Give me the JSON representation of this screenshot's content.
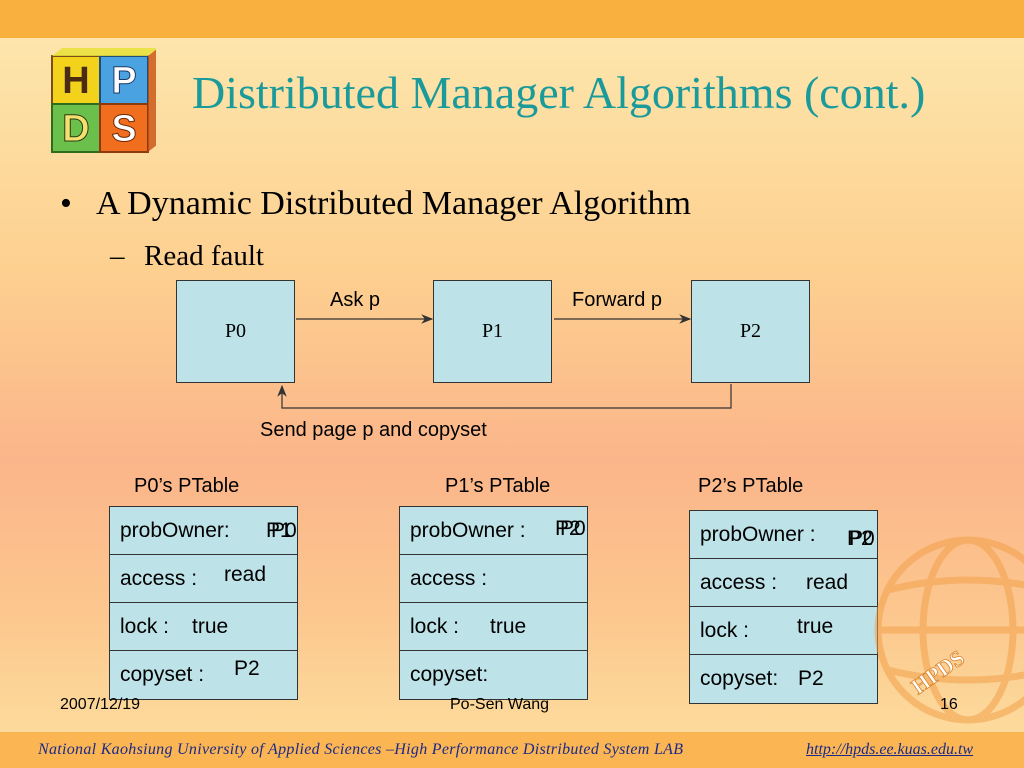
{
  "slide": {
    "logo_letters": [
      "H",
      "P",
      "D",
      "S"
    ],
    "title": "Distributed Manager Algorithms (cont.)",
    "bullet": "A Dynamic Distributed Manager Algorithm",
    "bullet_marker": "•",
    "sub_bullet": "Read fault",
    "sub_marker": "–"
  },
  "diagram": {
    "processes": [
      "P0",
      "P1",
      "P2"
    ],
    "arrow_ask": "Ask p",
    "arrow_forward": "Forward p",
    "arrow_send": "Send page p and copyset"
  },
  "tables": [
    {
      "title": "P0’s PTable",
      "rows": [
        {
          "label": "probOwner:",
          "value": "P1",
          "overlay": "P0"
        },
        {
          "label": "access :",
          "value": "read"
        },
        {
          "label": "lock :",
          "value": "true"
        },
        {
          "label": "copyset :",
          "value": "P2"
        }
      ]
    },
    {
      "title": "P1’s PTable",
      "rows": [
        {
          "label": "probOwner :",
          "value": "P2",
          "overlay": "P0"
        },
        {
          "label": "access :",
          "value": ""
        },
        {
          "label": "lock :",
          "value": "true"
        },
        {
          "label": "copyset:",
          "value": ""
        }
      ]
    },
    {
      "title": "P2’s PTable",
      "rows": [
        {
          "label": "probOwner :",
          "value": "P2",
          "overlay": "P0"
        },
        {
          "label": "access :",
          "value": "read"
        },
        {
          "label": "lock :",
          "value": "true"
        },
        {
          "label": "copyset:",
          "value": "P2"
        }
      ]
    }
  ],
  "footer": {
    "date": "2007/12/19",
    "author": "Po-Sen Wang",
    "page": "16",
    "university": "National Kaohsiung University of  Applied Sciences –High Performance Distributed System LAB",
    "url": "http://hpds.ee.kuas.edu.tw",
    "watermark_text": "HPDS"
  },
  "colors": {
    "title": "#1a9a9a",
    "box_fill": "#bde2e8",
    "top_bar": "#f9b03e",
    "footer_text": "#1a2a8a"
  }
}
